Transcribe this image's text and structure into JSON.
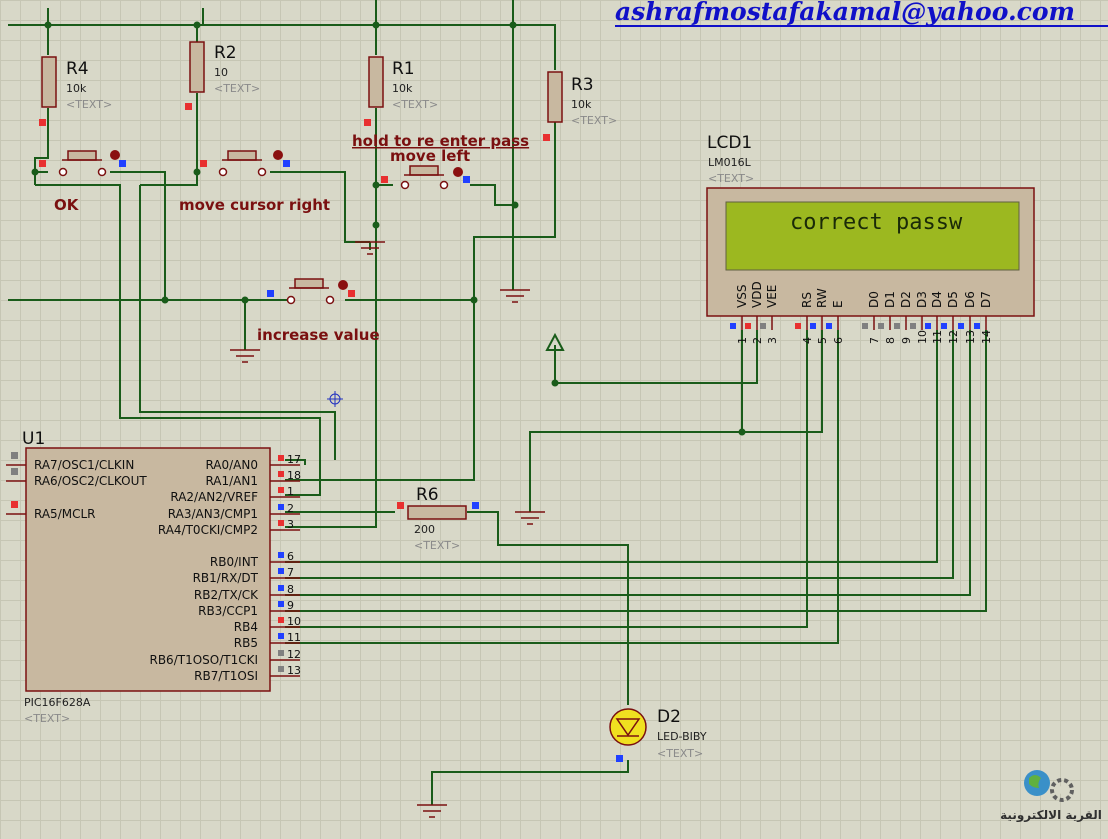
{
  "header": {
    "email": "ashrafmostafakamal@yahoo.com"
  },
  "resistors": [
    {
      "ref": "R4",
      "value": "10k",
      "text": "<TEXT>"
    },
    {
      "ref": "R2",
      "value": "10",
      "text": "<TEXT>"
    },
    {
      "ref": "R1",
      "value": "10k",
      "text": "<TEXT>"
    },
    {
      "ref": "R3",
      "value": "10k",
      "text": "<TEXT>"
    },
    {
      "ref": "R6",
      "value": "200",
      "text": "<TEXT>"
    }
  ],
  "buttons": {
    "ok": "OK",
    "move_right": "move cursor right",
    "move_left": "move left",
    "increase": "increase value",
    "hold_note": "hold to re enter pass"
  },
  "lcd": {
    "ref": "LCD1",
    "model": "LM016L",
    "text": "<TEXT>",
    "display": "correct passw",
    "pin_labels": [
      "VSS",
      "VDD",
      "VEE",
      "RS",
      "RW",
      "E",
      "D0",
      "D1",
      "D2",
      "D3",
      "D4",
      "D5",
      "D6",
      "D7"
    ],
    "pin_numbers": [
      "1",
      "2",
      "3",
      "4",
      "5",
      "6",
      "7",
      "8",
      "9",
      "10",
      "11",
      "12",
      "13",
      "14"
    ]
  },
  "mcu": {
    "ref": "U1",
    "model": "PIC16F628A",
    "text": "<TEXT>",
    "left_pins": [
      "RA7/OSC1/CLKIN",
      "RA6/OSC2/CLKOUT",
      "RA5/MCLR"
    ],
    "right_pins": [
      {
        "name": "RA0/AN0",
        "num": "17"
      },
      {
        "name": "RA1/AN1",
        "num": "18"
      },
      {
        "name": "RA2/AN2/VREF",
        "num": "1"
      },
      {
        "name": "RA3/AN3/CMP1",
        "num": "2"
      },
      {
        "name": "RA4/T0CKI/CMP2",
        "num": "3"
      },
      {
        "name": "RB0/INT",
        "num": "6"
      },
      {
        "name": "RB1/RX/DT",
        "num": "7"
      },
      {
        "name": "RB2/TX/CK",
        "num": "8"
      },
      {
        "name": "RB3/CCP1",
        "num": "9"
      },
      {
        "name": "RB4",
        "num": "10"
      },
      {
        "name": "RB5",
        "num": "11"
      },
      {
        "name": "RB6/T1OSO/T1CKI",
        "num": "12"
      },
      {
        "name": "RB7/T1OSI",
        "num": "13"
      }
    ]
  },
  "led": {
    "ref": "D2",
    "model": "LED-BIBY",
    "text": "<TEXT>"
  },
  "watermark": {
    "label": "القرية الالكترونية"
  },
  "icons": {
    "ground": "ground-symbol-icon",
    "power": "power-terminal-icon",
    "cursor": "crosshair-icon",
    "logo": "globe-gear-logo-icon"
  },
  "colors": {
    "background": "#d8d8c8",
    "wire": "#1a5c1a",
    "component": "#7a1010",
    "lcd_screen": "#9cb820",
    "email": "#1010c8"
  }
}
